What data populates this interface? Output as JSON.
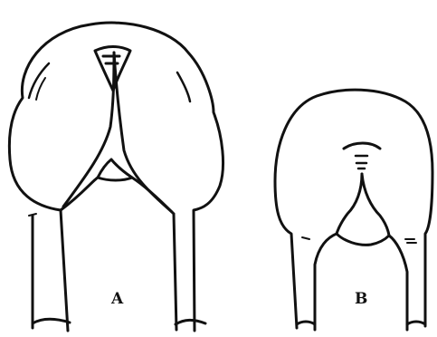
{
  "figure": {
    "label_a": "A",
    "label_b": "B"
  },
  "style": {
    "ink": "#111111",
    "paper": "#ffffff"
  },
  "icons": {
    "figure_a": "wide-hindquarters-rear-view-outline",
    "figure_b": "narrow-hindquarters-rear-view-outline"
  }
}
